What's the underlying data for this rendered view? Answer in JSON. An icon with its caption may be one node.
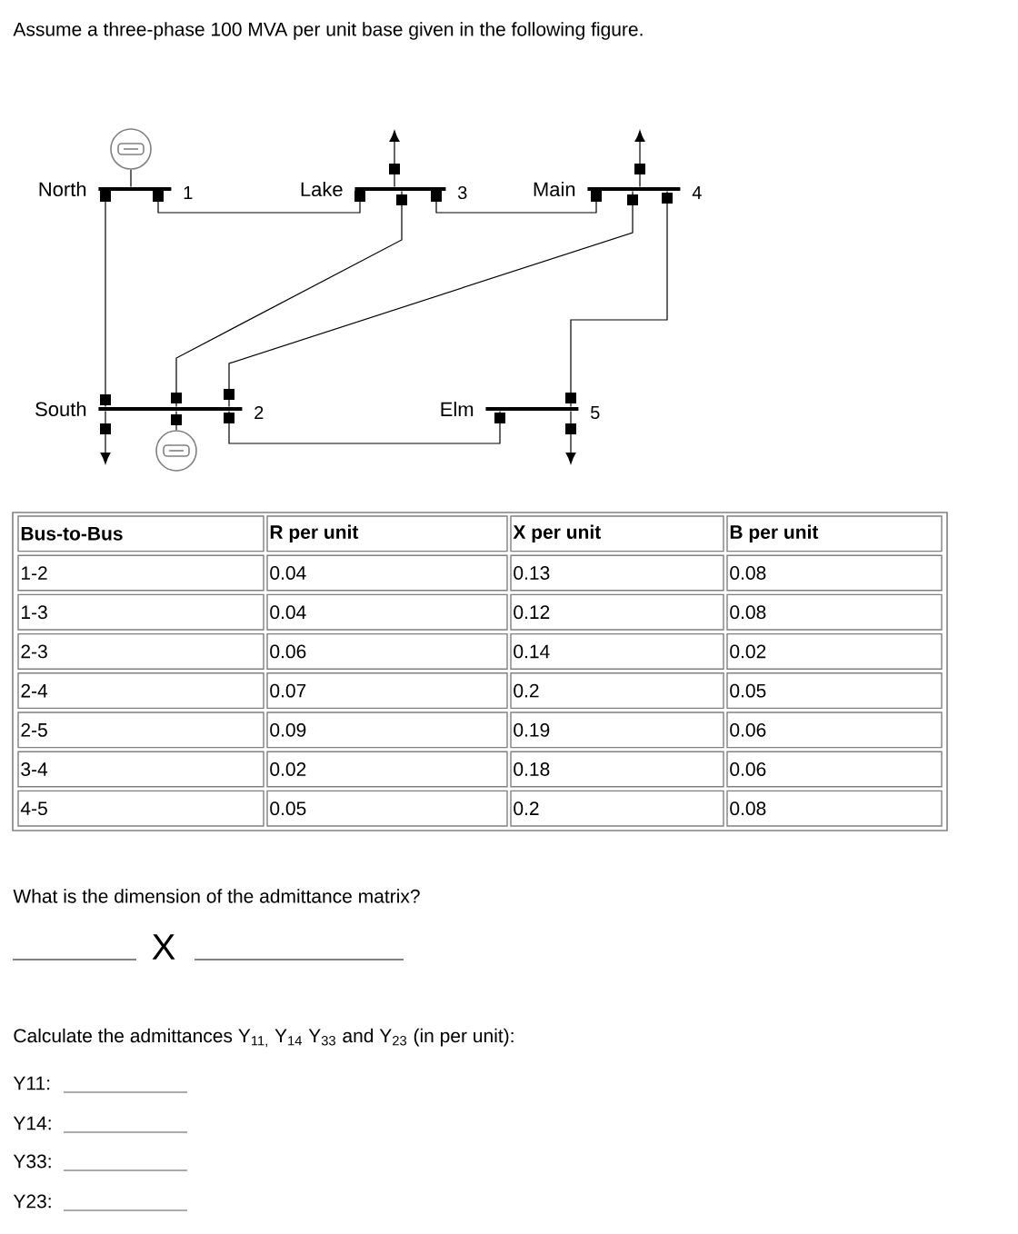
{
  "diagram": {
    "title": "Assume a three-phase 100 MVA per unit base given in the following figure.",
    "nodes": [
      {
        "text": [],
        "shape": "circle"
      },
      {
        "text": [
          "North"
        ],
        "beside": [
          "1"
        ]
      },
      {
        "text": [
          "Lake"
        ],
        "beside": [
          "3"
        ]
      },
      {
        "text": [
          "Main"
        ],
        "beside": [
          "4"
        ]
      },
      {
        "text": [
          "South"
        ],
        "beside": [
          "2"
        ]
      },
      {
        "text": [
          "Elm"
        ],
        "beside": [
          "5"
        ]
      },
      {
        "text": [],
        "shape": "circle"
      }
    ],
    "edges": [
      {
        "from": 0,
        "to": 1,
        "arrow": "none"
      },
      {
        "from": 2,
        "to": null,
        "arrow": "to"
      },
      {
        "from": 3,
        "to": null,
        "arrow": "to"
      },
      {
        "from": 1,
        "to": 4,
        "arrow": "other"
      },
      {
        "from": 1,
        "to": 2,
        "arrow": "other"
      },
      {
        "from": 2,
        "to": 3,
        "arrow": "other"
      },
      {
        "from": 2,
        "to": 4,
        "arrow": "other"
      },
      {
        "from": 3,
        "to": 4,
        "arrow": "other"
      },
      {
        "from": 3,
        "to": 5,
        "arrow": "other"
      },
      {
        "from": 4,
        "to": 5,
        "arrow": "other"
      },
      {
        "from": 4,
        "to": null,
        "arrow": "to"
      },
      {
        "from": 5,
        "to": null,
        "arrow": "to"
      },
      {
        "from": 6,
        "to": 4,
        "arrow": "other"
      }
    ],
    "labels": [
      "Bus-to-Bus",
      "R per unit",
      "X per unit",
      "B per unit",
      "1-2",
      "0.04",
      "0.13",
      "0.08",
      "1-3",
      "0.04",
      "0.12",
      "0.08",
      "2-3",
      "0.06",
      "0.14",
      "0.02",
      "2-4",
      "0.07",
      "0.2",
      "0.05",
      "2-5",
      "0.09",
      "0.19",
      "0.06",
      "3-4",
      "0.02",
      "0.18",
      "0.06",
      "4-5",
      "0.05",
      "0.2",
      "0.08",
      "What is the dimension of the admittance matrix?",
      "X",
      "Calculate the admittances Y$_{11,}$ Y$_{14}$ Y$_{33}$ and Y$_{23}$ (in per unit):",
      "Y11:",
      "Y14:",
      "Y33:",
      "Y23:"
    ]
  }
}
